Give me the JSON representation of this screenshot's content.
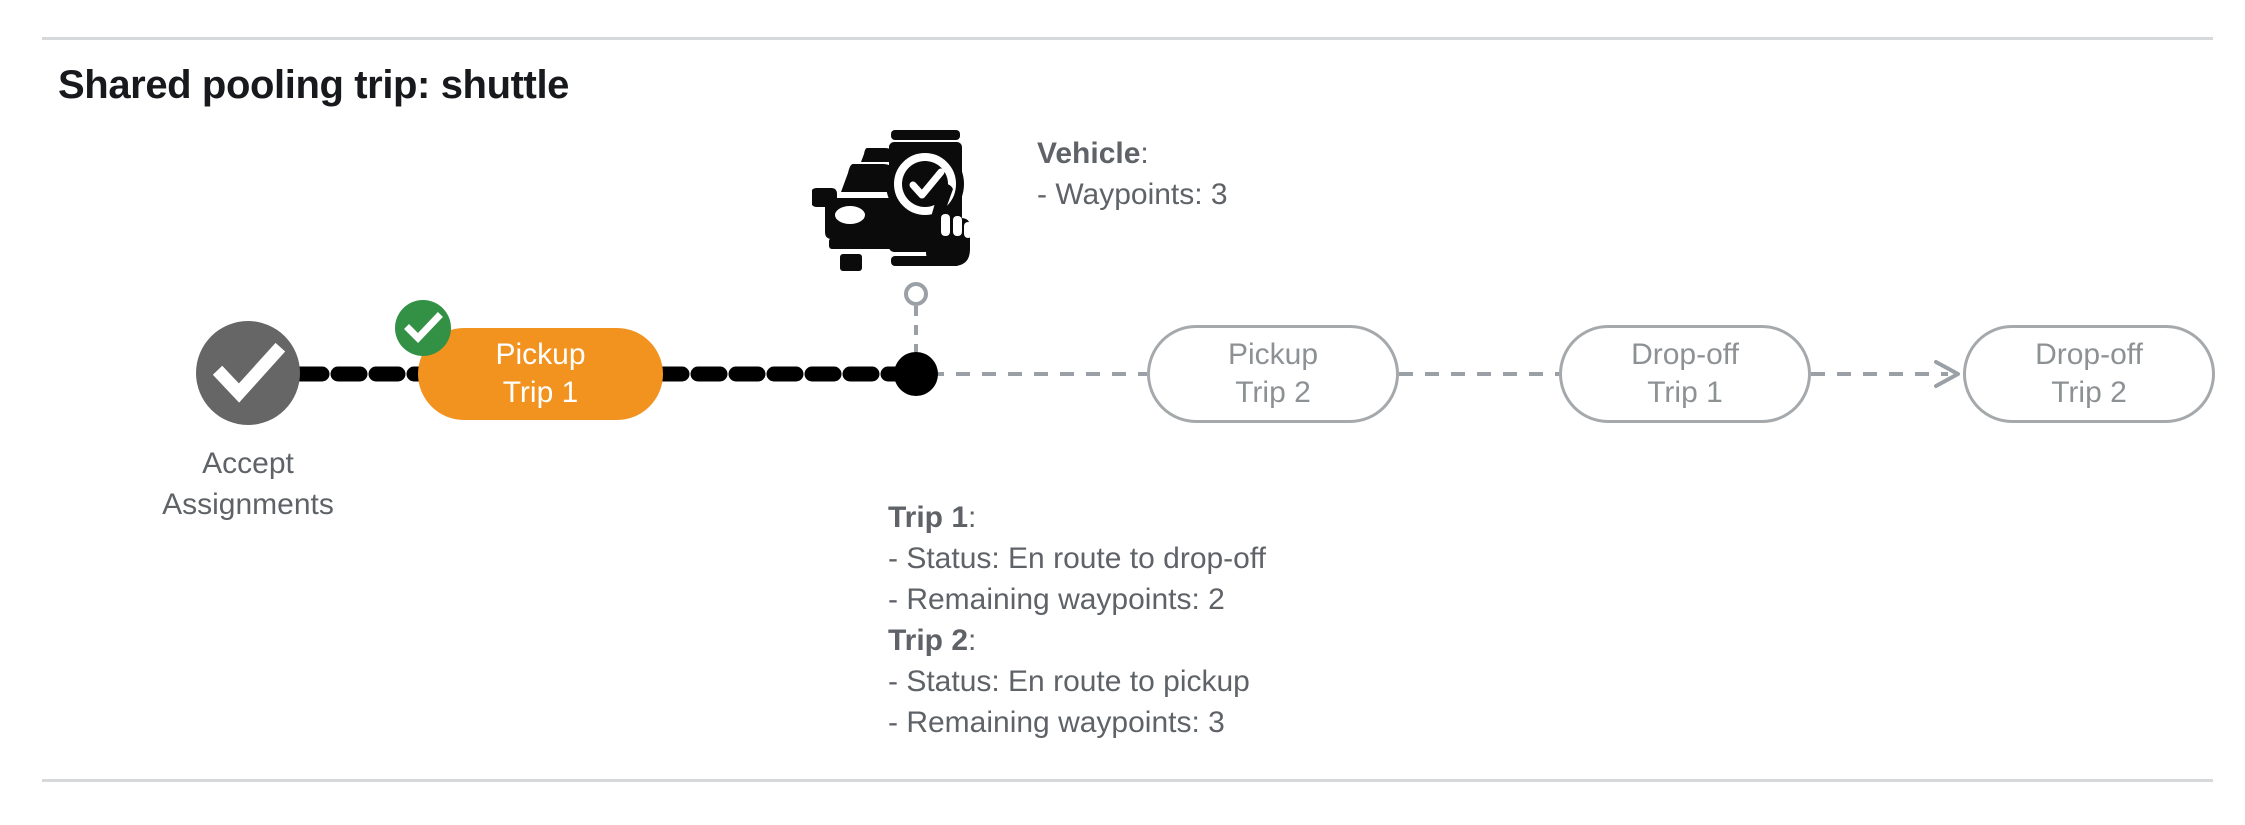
{
  "page": {
    "title": "Shared pooling trip: shuttle"
  },
  "colors": {
    "active_pill": "#f2931f",
    "inactive_pill_border": "#a6a9ab",
    "inactive_pill_text": "#8e9194",
    "accept_node": "#666666",
    "badge_green": "#339146",
    "text_gray": "#5f6368",
    "title_black": "#17191c",
    "divider": "#d6d8d9",
    "connector_done": "#000000",
    "connector_pending": "#9aa0a6"
  },
  "vehicle_info": {
    "heading": "Vehicle",
    "heading_colon": ":",
    "lines": [
      "- Waypoints: 3"
    ]
  },
  "trips_info": {
    "trip1": {
      "heading": "Trip 1",
      "heading_colon": ":",
      "status": "- Status:  En route to drop-off",
      "remaining": "- Remaining waypoints: 2"
    },
    "trip2": {
      "heading": "Trip 2",
      "heading_colon": ":",
      "status": "- Status:  En route to pickup",
      "remaining": "- Remaining waypoints: 3"
    }
  },
  "timeline": {
    "start_node": {
      "icon": "check-circle-icon",
      "label_line1": "Accept",
      "label_line2": "Assignments",
      "state": "completed"
    },
    "badge": {
      "icon": "check-badge-icon",
      "state": "completed"
    },
    "vehicle_marker": {
      "icon": "vehicle-app-check-icon",
      "state": "current-position"
    },
    "steps": [
      {
        "line1": "Pickup",
        "line2": "Trip 1",
        "state": "active"
      },
      {
        "line1": "Pickup",
        "line2": "Trip 2",
        "state": "pending"
      },
      {
        "line1": "Drop-off",
        "line2": "Trip 1",
        "state": "pending"
      },
      {
        "line1": "Drop-off",
        "line2": "Trip 2",
        "state": "pending"
      }
    ]
  }
}
